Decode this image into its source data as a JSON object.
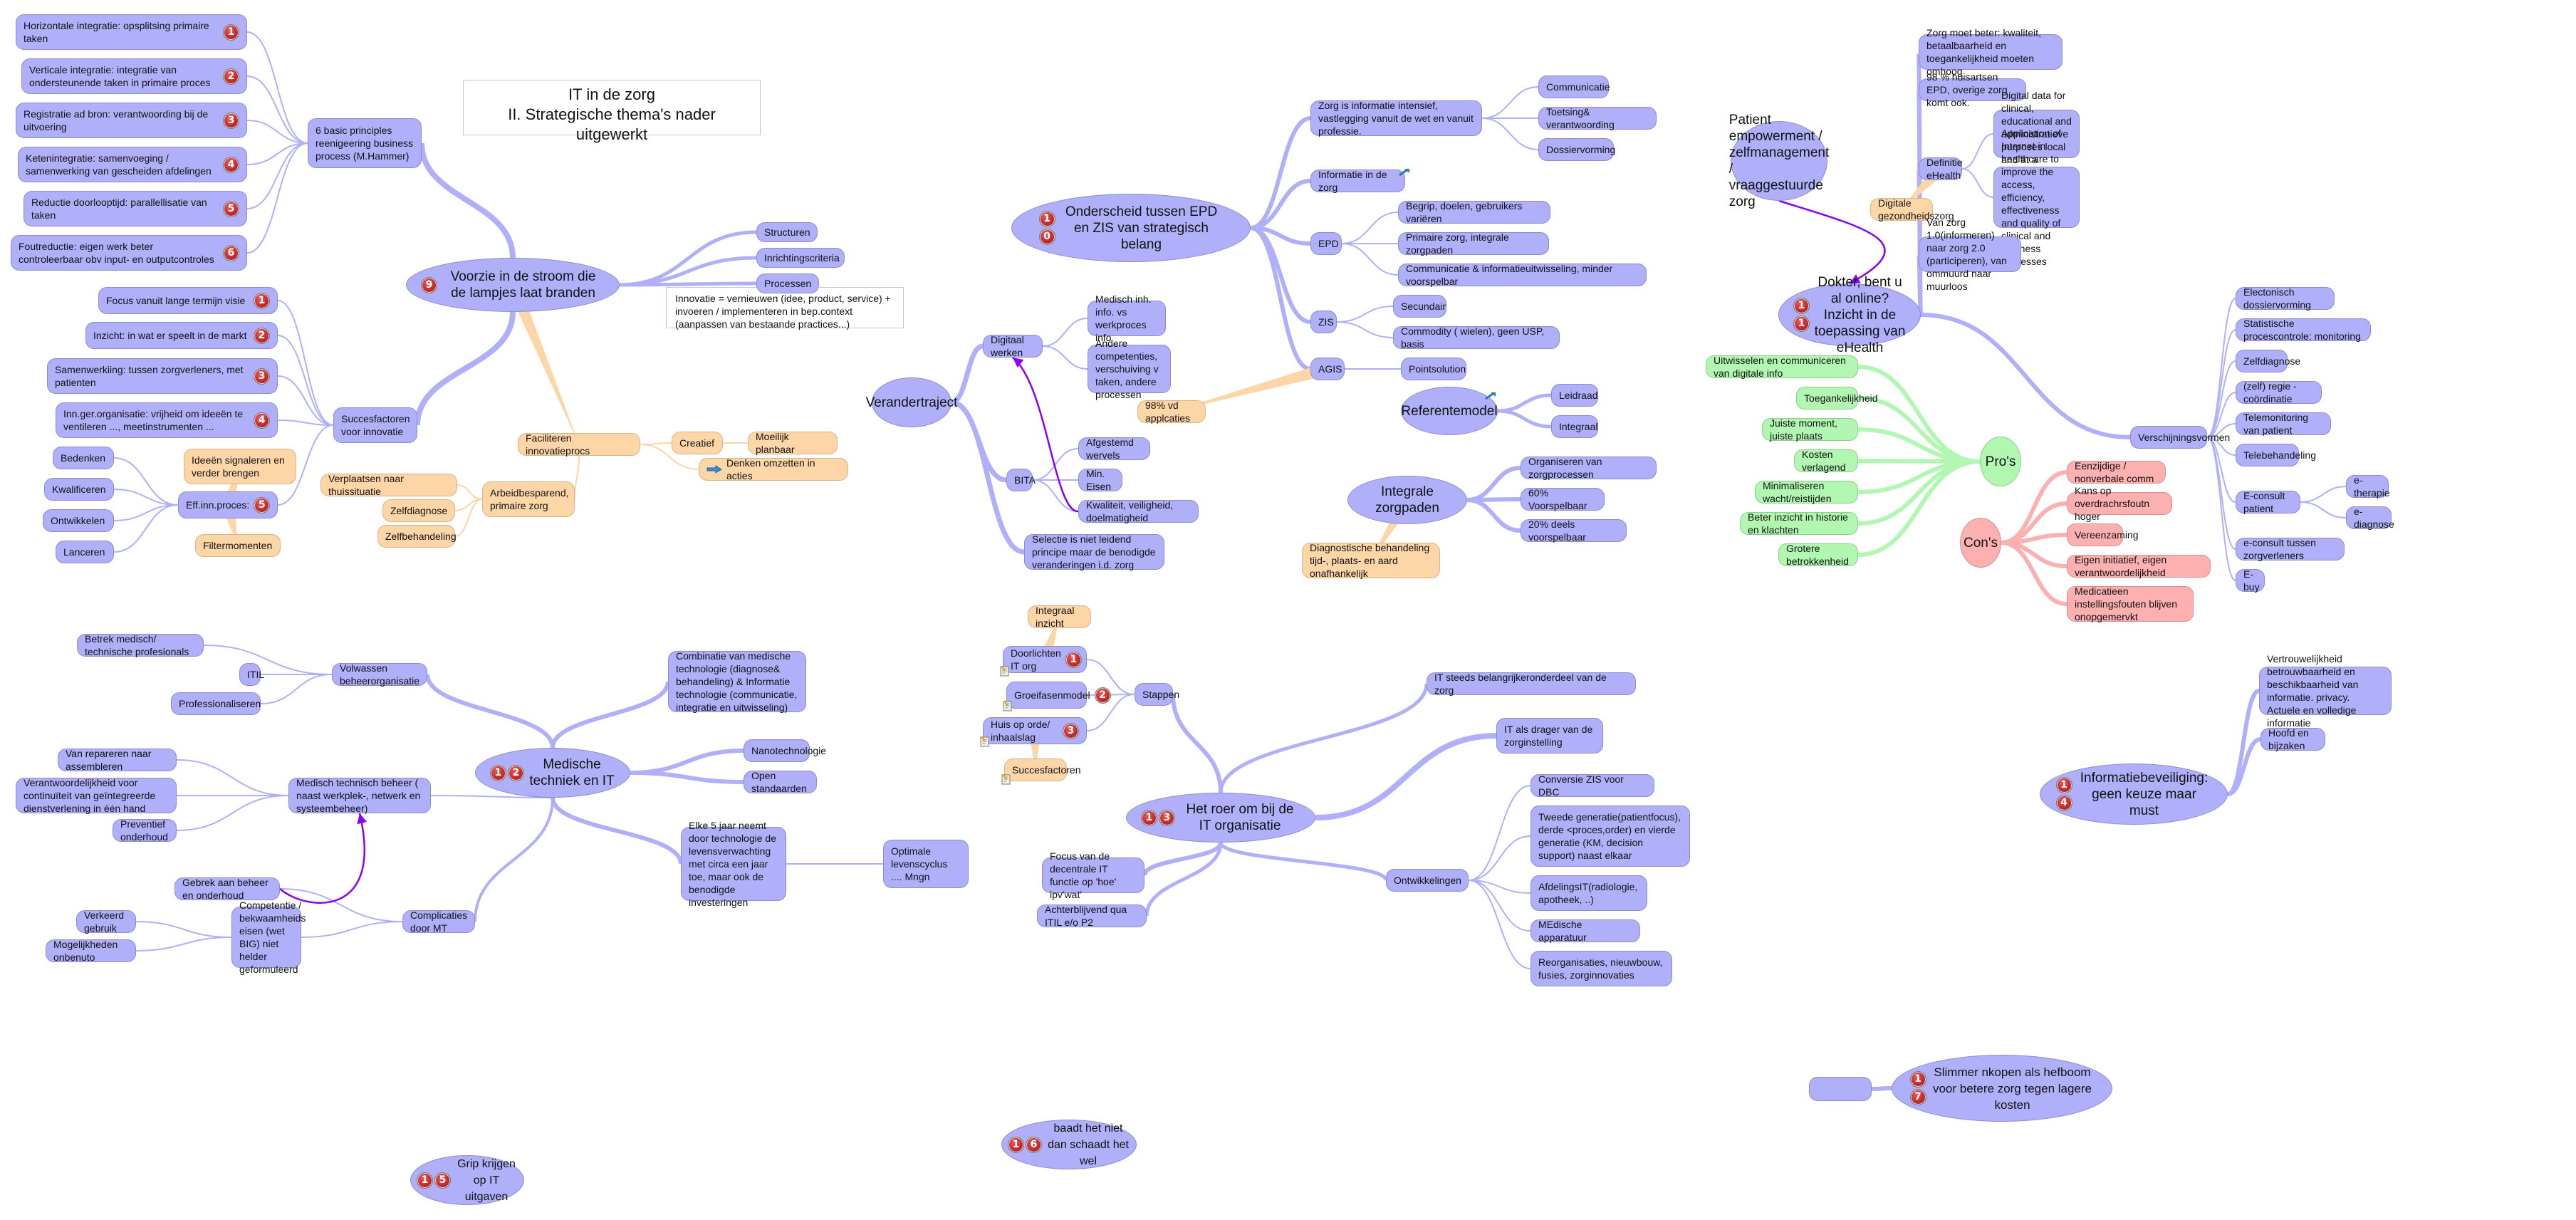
{
  "title": {
    "line1": "IT in de zorg",
    "line2": "II. Strategische thema's nader uitgewerkt"
  },
  "note_innovatie": {
    "lines": [
      "Innovatie = vernieuwen (idee, product, service)  +",
      "invoeren / implementeren in bep.context",
      "(aanpassen van bestaande practices...)"
    ]
  },
  "colors": {
    "node": "#b0b0fa",
    "note": "#fdd6a8",
    "pro": "#b1f7b1",
    "con": "#fdb0b0",
    "link": "#b0b0fa",
    "relation": "#8a00f0",
    "badge": "#c62828"
  },
  "topics": {
    "t9": {
      "badges": [
        "9"
      ],
      "label": "Voorzie in de stroom die de lampjes laat branden"
    },
    "t10": {
      "badges": [
        "1",
        "0"
      ],
      "label": "Onderscheid tussen EPD en ZIS van strategisch belang"
    },
    "t11": {
      "badges": [
        "1",
        "1"
      ],
      "label_line1": "Dokter, bent u al online?",
      "label_line2": "Inzicht in de toepassing van eHealth"
    },
    "t12": {
      "badges": [
        "1",
        "2"
      ],
      "label": "Medische techniek en IT"
    },
    "t13": {
      "badges": [
        "1",
        "3"
      ],
      "label": "Het roer om bij de IT organisatie"
    },
    "t14": {
      "badges": [
        "1",
        "4"
      ],
      "label": "Informatiebeveiliging: geen keuze maar must"
    },
    "t15": {
      "badges": [
        "1",
        "5"
      ],
      "label": "Grip krijgen op IT uitgaven"
    },
    "t16": {
      "badges": [
        "1",
        "6"
      ],
      "label": "baadt het niet dan schaadt het wel"
    },
    "t17": {
      "badges": [
        "1",
        "7"
      ],
      "label": "Slimmer nkopen als hefboom voor betere zorg tegen lagere kosten"
    },
    "verandertraject": {
      "label": "Verandertraject"
    },
    "referentemodel": {
      "label": "Referentemodel"
    },
    "integrale": {
      "label": "Integrale zorgpaden"
    },
    "patient": {
      "label": "Patient empowerment / zelfmanagement / vraaggestuurde zorg"
    },
    "pros": {
      "label": "Pro's"
    },
    "cons": {
      "label": "Con's"
    }
  },
  "hammer": {
    "label": "6 basic principles reenigeering business process (M.Hammer)",
    "items": [
      {
        "badge": "1",
        "label": "Horizontale integratie: opsplitsing primaire taken"
      },
      {
        "badge": "2",
        "label": "Verticale integratie: integratie van ondersteunende taken in primaire proces"
      },
      {
        "badge": "3",
        "label": "Registratie ad bron: verantwoording bij de uitvoering"
      },
      {
        "badge": "4",
        "label": "Ketenintegratie: samenvoeging / samenwerking van gescheiden afdelingen"
      },
      {
        "badge": "5",
        "label": "Reductie doorlooptijd: parallellisatie van taken"
      },
      {
        "badge": "6",
        "label": "Foutreductie: eigen werk beter controleerbaar obv input- en outputcontroles"
      }
    ]
  },
  "t9_right": [
    "Structuren",
    "Inrichtingscriteria",
    "Processen"
  ],
  "succes": {
    "label": "Succesfactoren voor innovatie",
    "items": [
      {
        "badge": "1",
        "label": "Focus vanuit lange termijn visie"
      },
      {
        "badge": "2",
        "label": "Inzicht: in wat er speelt in de markt"
      },
      {
        "badge": "3",
        "label": "Samenwerkiing: tussen zorgverleners, met patienten"
      },
      {
        "badge": "4",
        "label": "Inn.ger.organisatie: vrijheid om ideeën te ventileren ..., meetinstrumenten ..."
      }
    ],
    "eff": {
      "badge": "5",
      "label": "Eff.inn.proces:",
      "steps": [
        "Bedenken",
        "Kwalificeren",
        "Ontwikkelen",
        "Lanceren"
      ],
      "callout_top": "Ideeën signaleren en verder brengen",
      "callout_bottom": "Filtermomenten"
    }
  },
  "faciliteren": {
    "label": "Faciliteren innovatieprocs",
    "creatief": "Creatief",
    "moeilijk": "Moeilijk planbaar",
    "denken": "Denken omzetten in acties",
    "arbeid": "Arbeidbesparend, primaire zorg",
    "arbeid_items": [
      "Verplaatsen naar thuissituatie",
      "Zelfdiagnose",
      "Zelfbehandeling"
    ]
  },
  "epd_zis": {
    "zorg_info": "Zorg is informatie intensief, vastlegging vanuit de wet en vanuit professie.",
    "zorg_info_items": [
      "Communicatie",
      "Toetsing& verantwoording",
      "Dossiervorming"
    ],
    "info_in_zorg": "Informatie in de zorg",
    "epd": "EPD",
    "epd_items": [
      "Begrip, doelen, gebruikers variëren",
      "Primaire zorg, integrale zorgpaden",
      "Communicatie & informatieuitwisseling, minder voorspelbar"
    ],
    "zis": "ZIS",
    "zis_items": [
      "Secundair",
      "Commodity ( wielen), geen USP, basis"
    ],
    "agis": "AGIS",
    "agis_items": [
      "Pointsolution"
    ],
    "agis_note": "98% vd applcaties"
  },
  "verander": {
    "digitaal": "Digitaal werken",
    "digitaal_items": [
      "Medisch inh. info. vs werkproces info",
      "Andere competenties, verschuiving v taken, andere processen"
    ],
    "bita": "BITA",
    "bita_items": [
      "Afgestemd wervels",
      "Min. Eisen",
      "Kwaliteit, veiligheid, doelmatigheid"
    ],
    "selectie": "Selectie is niet leidend principe maar de benodigde veranderingen i.d. zorg"
  },
  "referentemodel_items": [
    "Leidraad",
    "Integraal"
  ],
  "integrale_items": [
    "Organiseren van zorgprocessen",
    "60% Voorspelbaar",
    "20% deels voorspelbaar"
  ],
  "integrale_note": "Diagnostische behandeling tijd-, plaats- en aard onafhankelijk",
  "ehealth": {
    "top": [
      "Zorg moet beter: kwaliteit, betaalbaarheid en toegankelijkheid moeten omhoog",
      "98 % huisartsen EPD, overige zorg komt ook."
    ],
    "definitie": "Definitie eHealth",
    "definitie_items": [
      "Digital data for clinical, educational and administratieve purposes local and at a distance",
      "Application of Internet in healthcare to improve the access, efficiency, effectiveness and quality of clinical and business processes"
    ],
    "definitie_note": "Digitale gezondheidszorg",
    "zorg20": "Van zorg 1.0(informeren) naar zorg 2.0 (participeren), van ommuurd naar muurloos",
    "vormen": "Verschijningsvormen",
    "vormen_items": [
      "Electonisch dossiervorming",
      "Statistische procescontrole: monitoring",
      "Zelfdiagnose",
      "(zelf) regie - coördinatie",
      "Telemonitoring van patient",
      "Telebehandeling",
      "E-consult patient",
      "e-consult tussen zorgverleners",
      "E-buy"
    ],
    "econsult_items": [
      "e-therapie",
      "e-diagnose"
    ],
    "pros": [
      "Uitwisselen en communiceren van digitale info",
      "Toegankelijkheid",
      "Juiste moment, juiste plaats",
      "Kosten verlagend",
      "Minimaliseren wacht/reistijden",
      "Beter inzicht in historie en klachten",
      "Grotere betrokkenheid"
    ],
    "cons": [
      "Eenzijdige / nonverbale comm",
      "Kans op overdrachrsfoutn hoger",
      "Vereenzaming",
      "Eigen initiatief, eigen verantwoordelijkheid",
      "Medicatieen instellingsfouten blijven onopgemervkt"
    ]
  },
  "medisch": {
    "volwassen": "Volwassen beheerorganisatie",
    "volwassen_items": [
      "Betrek medisch/ technische profesionals",
      "ITIL",
      "Professionaliseren"
    ],
    "beheer": "Medisch technisch beheer ( naast werkplek-, netwerk en systeembeheer)",
    "beheer_items": [
      "Van repareren naar assembleren",
      "Verantwoordelijkheid voor continuïteit van geïntegreerde dienstverlening in één hand",
      "Preventief onderhoud"
    ],
    "complicaties": "Complicaties door MT",
    "gebrek": "Gebrek aan beheer en onderhoud",
    "competentie": "Competentie / bekwaamheids eisen (wet BIG) niet helder geformuleerd",
    "competentie_items": [
      "Verkeerd gebruik",
      "Mogelijkheden onbenuto"
    ],
    "combinatie": "Combinatie van medische technologie (diagnose& behandeling) & Informatie technologie (communicatie, integratie en uitwisseling)",
    "right_items": [
      "Nanotechnologie",
      "Open standaarden"
    ],
    "elke5": "Elke 5 jaar neemt door technologie de levensverwachting met circa een jaar toe, maar ook de benodigde investeringen",
    "optimale": "Optimale levenscyclus .... Mngn"
  },
  "roer": {
    "stappen": "Stappen",
    "stappen_items": [
      {
        "badge": "1",
        "label": "Doorlichten IT org"
      },
      {
        "badge": "2",
        "label": "Groeifasenmodel"
      },
      {
        "badge": "3",
        "label": "Huis op orde/ inhaalslag"
      }
    ],
    "integraal_inzicht": "Integraal inzicht",
    "succesfactoren": "Succesfactoren",
    "focus": "Focus van de decentrale IT functie op 'hoe' ipv'wat'",
    "achter": "Achterblijvend qua ITIL e/o P2",
    "steeds": "IT steeds belangrijkeronderdeel van de zorg",
    "drager": "IT als drager van de zorginstelling",
    "ontwikkelingen": "Ontwikkelingen",
    "ontw_items": [
      "Conversie ZIS voor DBC",
      "Tweede generatie(patientfocus), derde <proces,order) en vierde generatie (KM, decision support) naast elkaar",
      "AfdelingsIT(radiologie, apotheek, ..)",
      "MEdische apparatuur",
      "Reorganisaties, nieuwbouw, fusies, zorginnovaties"
    ]
  },
  "info_sec_items": [
    "Vertrouwelijkheid betrouwbaarheid en beschikbaarheid van informatie. privacy. Actuele en volledige informatie",
    "Hoofd en bijzaken"
  ],
  "t17_blank": ""
}
